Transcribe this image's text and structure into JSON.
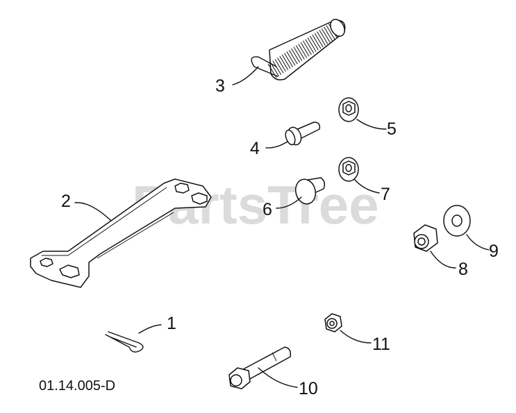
{
  "watermark": "PartsTree",
  "document_code": "01.14.005-D",
  "callouts": {
    "c1": "1",
    "c2": "2",
    "c3": "3",
    "c4": "4",
    "c5": "5",
    "c6": "6",
    "c7": "7",
    "c8": "8",
    "c9": "9",
    "c10": "10",
    "c11": "11"
  }
}
